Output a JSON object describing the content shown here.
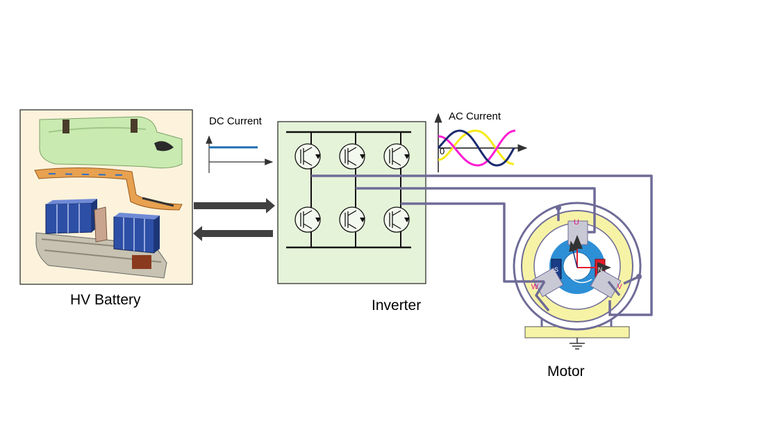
{
  "labels": {
    "hv_battery": "HV Battery",
    "inverter": "Inverter",
    "motor": "Motor",
    "dc_current": "DC Current",
    "ac_current": "AC Current",
    "ac_zero": "0"
  },
  "motor_phases": {
    "u": "U",
    "v": "V",
    "w": "W"
  },
  "magnet_poles": {
    "north": "N",
    "south": "S"
  },
  "colors": {
    "wire": "#6e6b97",
    "battery_bg": "#fdf3dc",
    "inverter_bg": "#e5f3d9",
    "dc_line": "#1f6db0",
    "ac_phase_1": "#1b2a6e",
    "ac_phase_2": "#ff1ed2",
    "ac_phase_3": "#f7ea1a",
    "stator": "#f6f3a6",
    "rotor": "#2d8fd6",
    "flow_arrow": "#404040",
    "phase_label": "#e0148c"
  }
}
